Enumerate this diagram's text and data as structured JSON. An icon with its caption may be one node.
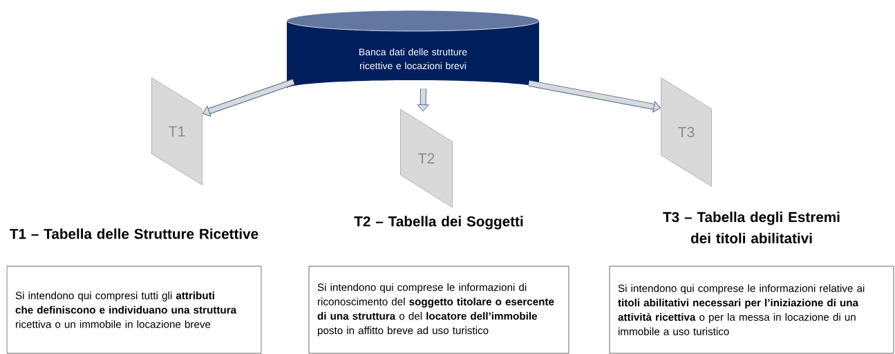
{
  "diagram": {
    "nodes": [
      {
        "text": [
          "Banca dati delle strutture ricettive e locazioni brevi"
        ]
      },
      {
        "text": [
          "T1"
        ]
      },
      {
        "text": [
          "T2"
        ]
      },
      {
        "text": [
          "T3"
        ]
      },
      {
        "text": [
          "T1 – Tabella delle Strutture Ricettive",
          "Si intendono qui compresi tutti gli **attributi che definiscono e individuano una struttura** ricettiva o un immobile in locazione breve"
        ]
      },
      {
        "text": [
          "T2 – Tabella dei Soggetti",
          "Si intendono qui comprese le informazioni di riconoscimento del **soggetto titolare o esercente di una struttura** o del **locatore dell’immobile** posto in affitto breve ad uso turistico"
        ]
      },
      {
        "text": [
          "T3 – Tabella degli Estremi dei titoli abilitativi",
          "Si intendono qui comprese le informazioni relative ai **titoli abilitativi necessari per l’iniziazione di una attività ricettiva** o per la messa in locazione di un immobile a uso turistico"
        ]
      }
    ],
    "edges": [
      {
        "from": 0,
        "to": 1,
        "arrow": "to"
      },
      {
        "from": 0,
        "to": 2,
        "arrow": "to"
      },
      {
        "from": 0,
        "to": 3,
        "arrow": "to"
      }
    ]
  }
}
